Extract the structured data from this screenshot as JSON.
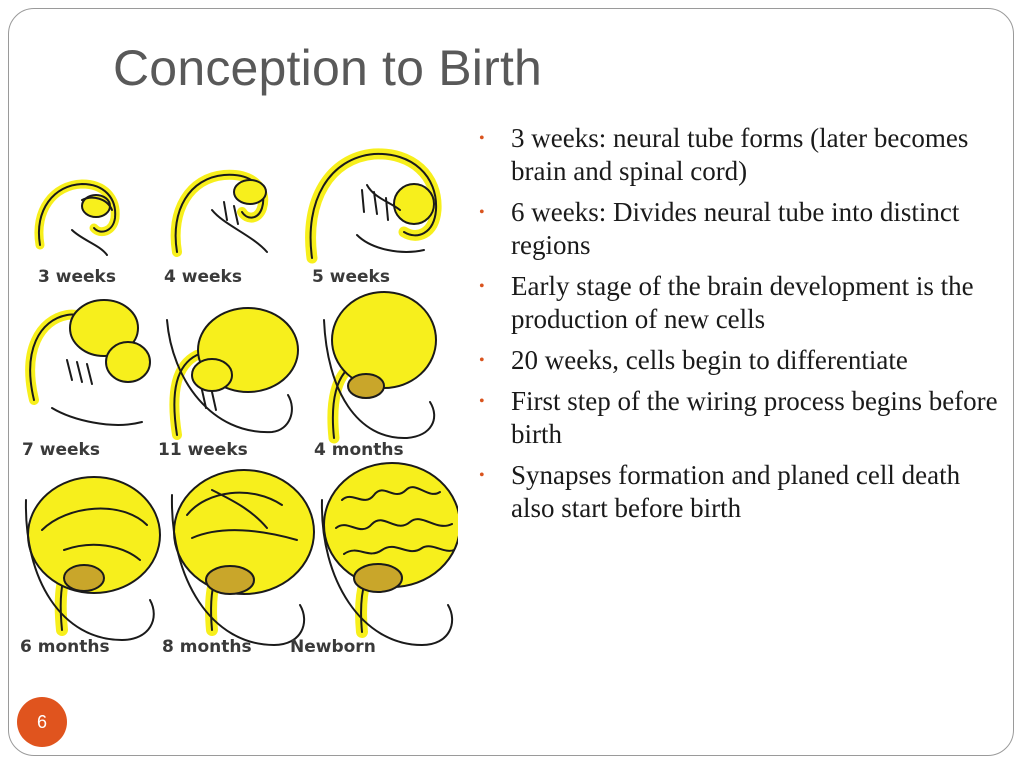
{
  "slide": {
    "title": "Conception to Birth",
    "page_number": "6"
  },
  "bullets": [
    "3 weeks: neural tube forms (later becomes brain and spinal cord)",
    "6 weeks: Divides neural tube into distinct regions",
    "Early stage of the brain development is the production of new cells",
    "20 weeks, cells begin to differentiate",
    "First step of the wiring process begins before birth",
    "Synapses formation and planed cell death also start before birth"
  ],
  "diagram": {
    "labels": [
      "3 weeks",
      "4 weeks",
      "5 weeks",
      "7 weeks",
      "11 weeks",
      "4 months",
      "6 months",
      "8 months",
      "Newborn"
    ]
  },
  "colors": {
    "brain_fill": "#f7ef1c",
    "outline": "#1a1a1a",
    "accent": "#e0541e",
    "title": "#595959"
  }
}
